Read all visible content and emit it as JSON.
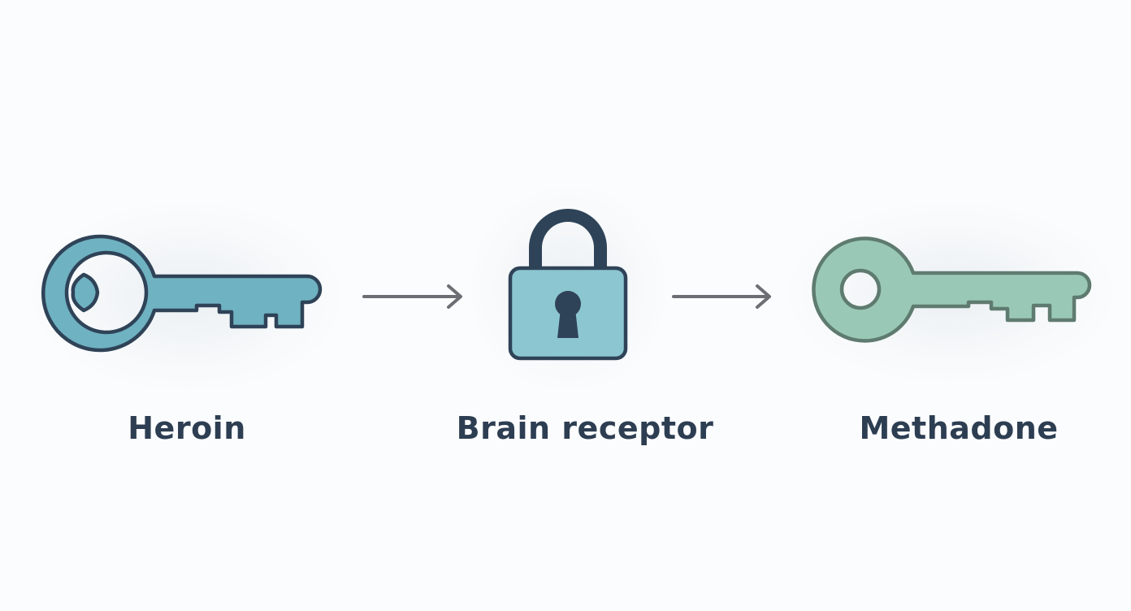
{
  "diagram": {
    "nodes": [
      {
        "id": "heroin",
        "label": "Heroin",
        "icon": "key-icon",
        "color": "#6fb2c1"
      },
      {
        "id": "receptor",
        "label": "Brain receptor",
        "icon": "padlock-icon",
        "color": "#8cc6d0"
      },
      {
        "id": "methadone",
        "label": "Methadone",
        "icon": "key-icon",
        "color": "#99c9b6"
      }
    ],
    "edges": [
      {
        "from": "heroin",
        "to": "receptor"
      },
      {
        "from": "receptor",
        "to": "methadone"
      }
    ]
  },
  "colors": {
    "outline": "#2f4358",
    "methadone_outline": "#5f7b70",
    "arrow": "#6b6f73",
    "text": "#2d3e52",
    "background": "#fbfcfd"
  }
}
